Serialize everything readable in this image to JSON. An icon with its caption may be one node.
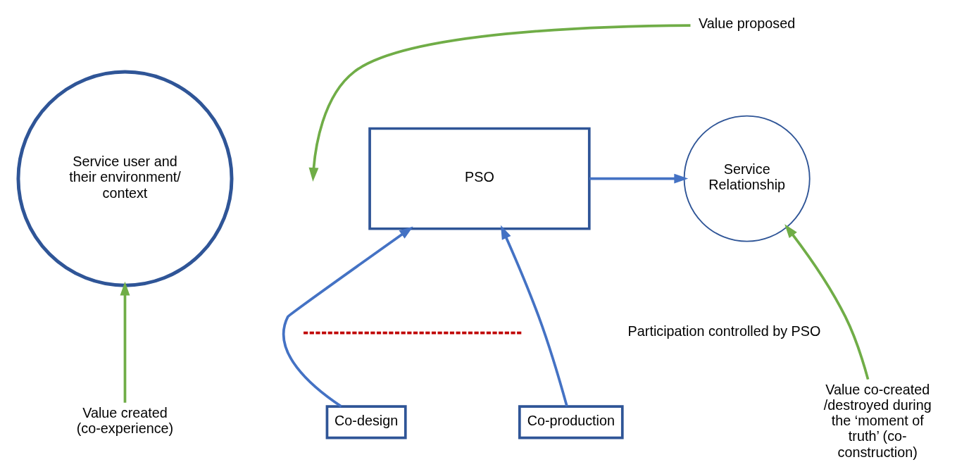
{
  "diagram": {
    "nodes": [
      {
        "text": [
          "Service user and their environment/ context"
        ]
      },
      {
        "text": [
          "Service Relationship"
        ]
      },
      {
        "text": [
          "PSO"
        ]
      },
      {
        "text": [
          "Co-design"
        ]
      },
      {
        "text": [
          "Co-production"
        ]
      },
      {
        "text": [
          "Value proposed"
        ]
      },
      {
        "text": [
          "Value co-created /destroyed during the ‘moment of truth’ (co-construction)"
        ]
      },
      {
        "text": [
          "Value created (co-experience)"
        ]
      }
    ],
    "edges": [
      {
        "from": 2,
        "to": 1,
        "arrow": "to",
        "color": "#4472c4"
      },
      {
        "from": 3,
        "to": 2,
        "arrow": "to",
        "color": "#4472c4"
      },
      {
        "from": 4,
        "to": 2,
        "arrow": "to",
        "color": "#4472c4"
      },
      {
        "from": 5,
        "to": null,
        "arrow": "to",
        "color": "#70ad47"
      },
      {
        "from": 6,
        "to": 1,
        "arrow": "to",
        "color": "#70ad47"
      },
      {
        "from": 7,
        "to": 0,
        "arrow": "to",
        "color": "#70ad47"
      }
    ],
    "labels": [
      "Participation controlled by PSO"
    ]
  }
}
